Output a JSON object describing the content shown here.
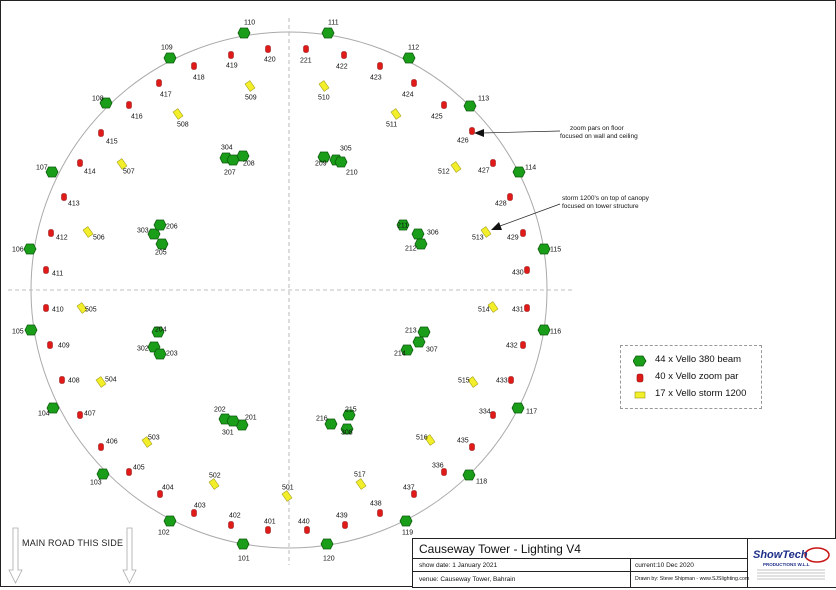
{
  "legend": {
    "beam": "44 x Vello 380 beam",
    "zoom": "40 x Vello zoom par",
    "storm": "17 x Vello storm 1200"
  },
  "colors": {
    "beam": "#1a9e1a",
    "zoom": "#e01919",
    "storm": "#f2ef2a"
  },
  "annotations": {
    "zoom_note_1": "zoom pars on floor",
    "zoom_note_2": "focused on wall and ceiling",
    "storm_note_1": "storm 1200's on top of canopy",
    "storm_note_2": "focused on tower structure"
  },
  "road": "MAIN ROAD THIS SIDE",
  "title_block": {
    "title": "Causeway Tower - Lighting V4",
    "show_date": "show date: 1 January 2021",
    "current": "current:10 Dec 2020",
    "venue": "venue: Causeway Tower, Bahrain",
    "drawn_by": "Drawn by: Steve Shipman - www.SJSlighting.com",
    "logo_text": "ShowTech",
    "logo_sub": "PRODUCTIONS W.L.L"
  },
  "fixtures": {
    "beam": [
      {
        "id": "110"
      },
      {
        "id": "111"
      },
      {
        "id": "109"
      },
      {
        "id": "112"
      },
      {
        "id": "108"
      },
      {
        "id": "113"
      },
      {
        "id": "107"
      },
      {
        "id": "114"
      },
      {
        "id": "106"
      },
      {
        "id": "115"
      },
      {
        "id": "105"
      },
      {
        "id": "116"
      },
      {
        "id": "104"
      },
      {
        "id": "117"
      },
      {
        "id": "103"
      },
      {
        "id": "118"
      },
      {
        "id": "102"
      },
      {
        "id": "119"
      },
      {
        "id": "101"
      },
      {
        "id": "120"
      },
      {
        "id": "304"
      },
      {
        "id": "208"
      },
      {
        "id": "207"
      },
      {
        "id": "305"
      },
      {
        "id": "209"
      },
      {
        "id": "210"
      },
      {
        "id": "303"
      },
      {
        "id": "206"
      },
      {
        "id": "205"
      },
      {
        "id": "211"
      },
      {
        "id": "306"
      },
      {
        "id": "212"
      },
      {
        "id": "204"
      },
      {
        "id": "302"
      },
      {
        "id": "203"
      },
      {
        "id": "213"
      },
      {
        "id": "307"
      },
      {
        "id": "214"
      },
      {
        "id": "202"
      },
      {
        "id": "201"
      },
      {
        "id": "301"
      },
      {
        "id": "215"
      },
      {
        "id": "216"
      },
      {
        "id": "308"
      }
    ],
    "zoom": [
      {
        "id": "419"
      },
      {
        "id": "420"
      },
      {
        "id": "418"
      },
      {
        "id": "417"
      },
      {
        "id": "416"
      },
      {
        "id": "415"
      },
      {
        "id": "414"
      },
      {
        "id": "413"
      },
      {
        "id": "412"
      },
      {
        "id": "411"
      },
      {
        "id": "410"
      },
      {
        "id": "409"
      },
      {
        "id": "408"
      },
      {
        "id": "407"
      },
      {
        "id": "406"
      },
      {
        "id": "405"
      },
      {
        "id": "404"
      },
      {
        "id": "403"
      },
      {
        "id": "402"
      },
      {
        "id": "401"
      },
      {
        "id": "221"
      },
      {
        "id": "422"
      },
      {
        "id": "423"
      },
      {
        "id": "424"
      },
      {
        "id": "425"
      },
      {
        "id": "426"
      },
      {
        "id": "427"
      },
      {
        "id": "428"
      },
      {
        "id": "429"
      },
      {
        "id": "430"
      },
      {
        "id": "431"
      },
      {
        "id": "432"
      },
      {
        "id": "433"
      },
      {
        "id": "334"
      },
      {
        "id": "435"
      },
      {
        "id": "336"
      },
      {
        "id": "437"
      },
      {
        "id": "438"
      },
      {
        "id": "439"
      },
      {
        "id": "440"
      }
    ],
    "storm": [
      {
        "id": "509"
      },
      {
        "id": "510"
      },
      {
        "id": "508"
      },
      {
        "id": "511"
      },
      {
        "id": "507"
      },
      {
        "id": "512"
      },
      {
        "id": "506"
      },
      {
        "id": "513"
      },
      {
        "id": "505"
      },
      {
        "id": "514"
      },
      {
        "id": "504"
      },
      {
        "id": "515"
      },
      {
        "id": "503"
      },
      {
        "id": "516"
      },
      {
        "id": "502"
      },
      {
        "id": "517"
      },
      {
        "id": "501"
      }
    ]
  }
}
